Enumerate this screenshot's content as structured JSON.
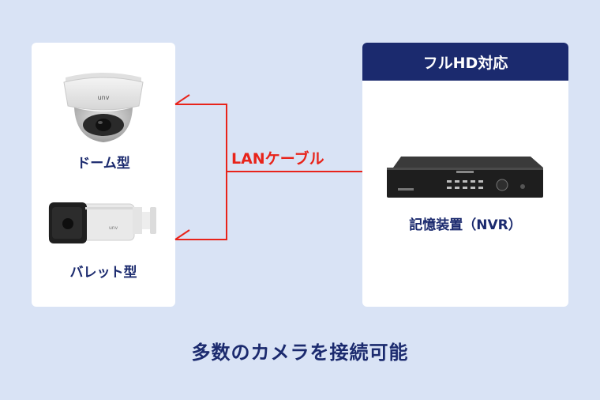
{
  "left_panel": {
    "dome_camera": {
      "label": "ドーム型",
      "brand": "UNV"
    },
    "bullet_camera": {
      "label": "バレット型",
      "brand": "UNV"
    }
  },
  "cable": {
    "label": "LANケーブル",
    "color": "#e8231a"
  },
  "right_panel": {
    "header": "フルHD対応",
    "device_label": "記憶装置（NVR）"
  },
  "footer": {
    "caption": "多数のカメラを接続可能"
  },
  "colors": {
    "background": "#d9e3f5",
    "navy": "#1b2a6e",
    "red": "#e8231a",
    "card": "#ffffff"
  }
}
